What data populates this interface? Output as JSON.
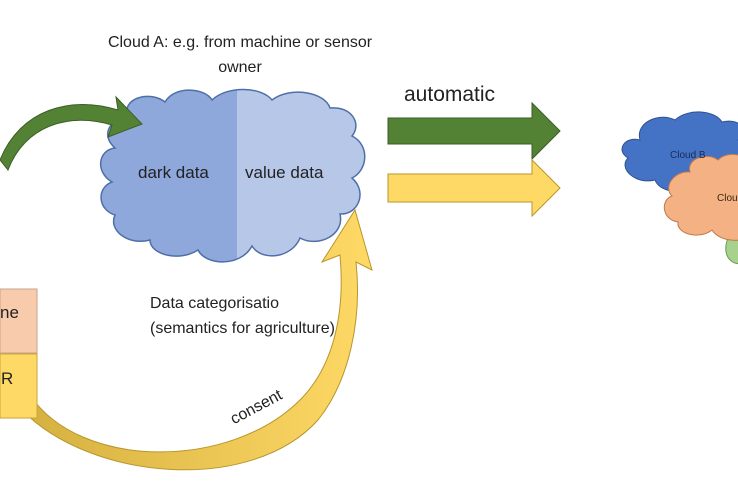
{
  "cloud_a": {
    "title": "Cloud A: e.g. from machine or sensor owner",
    "dark_label": "dark data",
    "value_label": "value data"
  },
  "flow": {
    "automatic_label": "automatic",
    "categorisation_label": "Data categorisatio (semantics for agriculture)",
    "consent_label": "consent"
  },
  "clouds_right": {
    "cloud_b": "Cloud B",
    "cloud_c": "Clou"
  },
  "left_boxes": {
    "top": "ne",
    "bottom": "R"
  },
  "colors": {
    "cloud_dark": "#8ea8dc",
    "cloud_value": "#b6c7e8",
    "cloud_outline": "#4f6fa8",
    "arrow_green": "#548235",
    "arrow_yellow": "#ffd966",
    "cloud_b": "#4472c4",
    "cloud_c": "#f4b183",
    "cloud_green": "#a9d18e",
    "box_top": "#f8cbad",
    "box_bottom": "#ffd966"
  }
}
